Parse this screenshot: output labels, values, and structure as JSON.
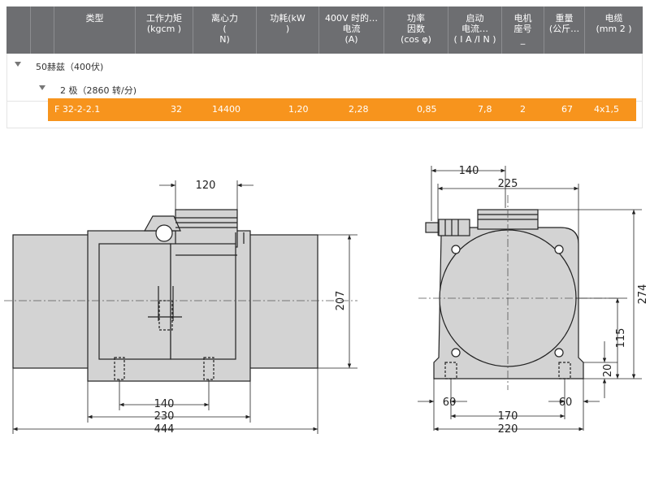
{
  "table": {
    "headers": [
      {
        "lines": [
          "类型"
        ]
      },
      {
        "lines": [
          "",
          "工作力矩",
          "(kgcm )"
        ]
      },
      {
        "lines": [
          "离心力",
          "(",
          "N)"
        ]
      },
      {
        "lines": [
          "功耗(kW",
          ")"
        ]
      },
      {
        "lines": [
          "400V 时的…",
          "电流",
          "(A)"
        ]
      },
      {
        "lines": [
          "功率",
          "因数",
          "(cos φ)"
        ]
      },
      {
        "lines": [
          "启动",
          "电流…",
          "( I A /I N )"
        ]
      },
      {
        "lines": [
          "电机",
          "座号",
          "_"
        ]
      },
      {
        "lines": [
          "重量",
          "(公斤…"
        ]
      },
      {
        "lines": [
          "电缆",
          "(mm 2 )"
        ]
      }
    ],
    "group_label": "50赫兹（400伏)",
    "subgroup_label": "2 极（2860 转/分)",
    "row": [
      "F 32-2-2.1",
      "32",
      "14400",
      "1,20",
      "2,28",
      "0,85",
      "7,8",
      "2",
      "67",
      "4x1,5"
    ]
  },
  "drawing": {
    "front": {
      "d120": "120",
      "d207": "207",
      "d140": "140",
      "d230": "230",
      "d444": "444"
    },
    "side": {
      "d140": "140",
      "d225": "225",
      "d274": "274",
      "d115": "115",
      "d20": "20",
      "d60a": "60",
      "d60b": "60",
      "d170": "170",
      "d220": "220"
    }
  }
}
